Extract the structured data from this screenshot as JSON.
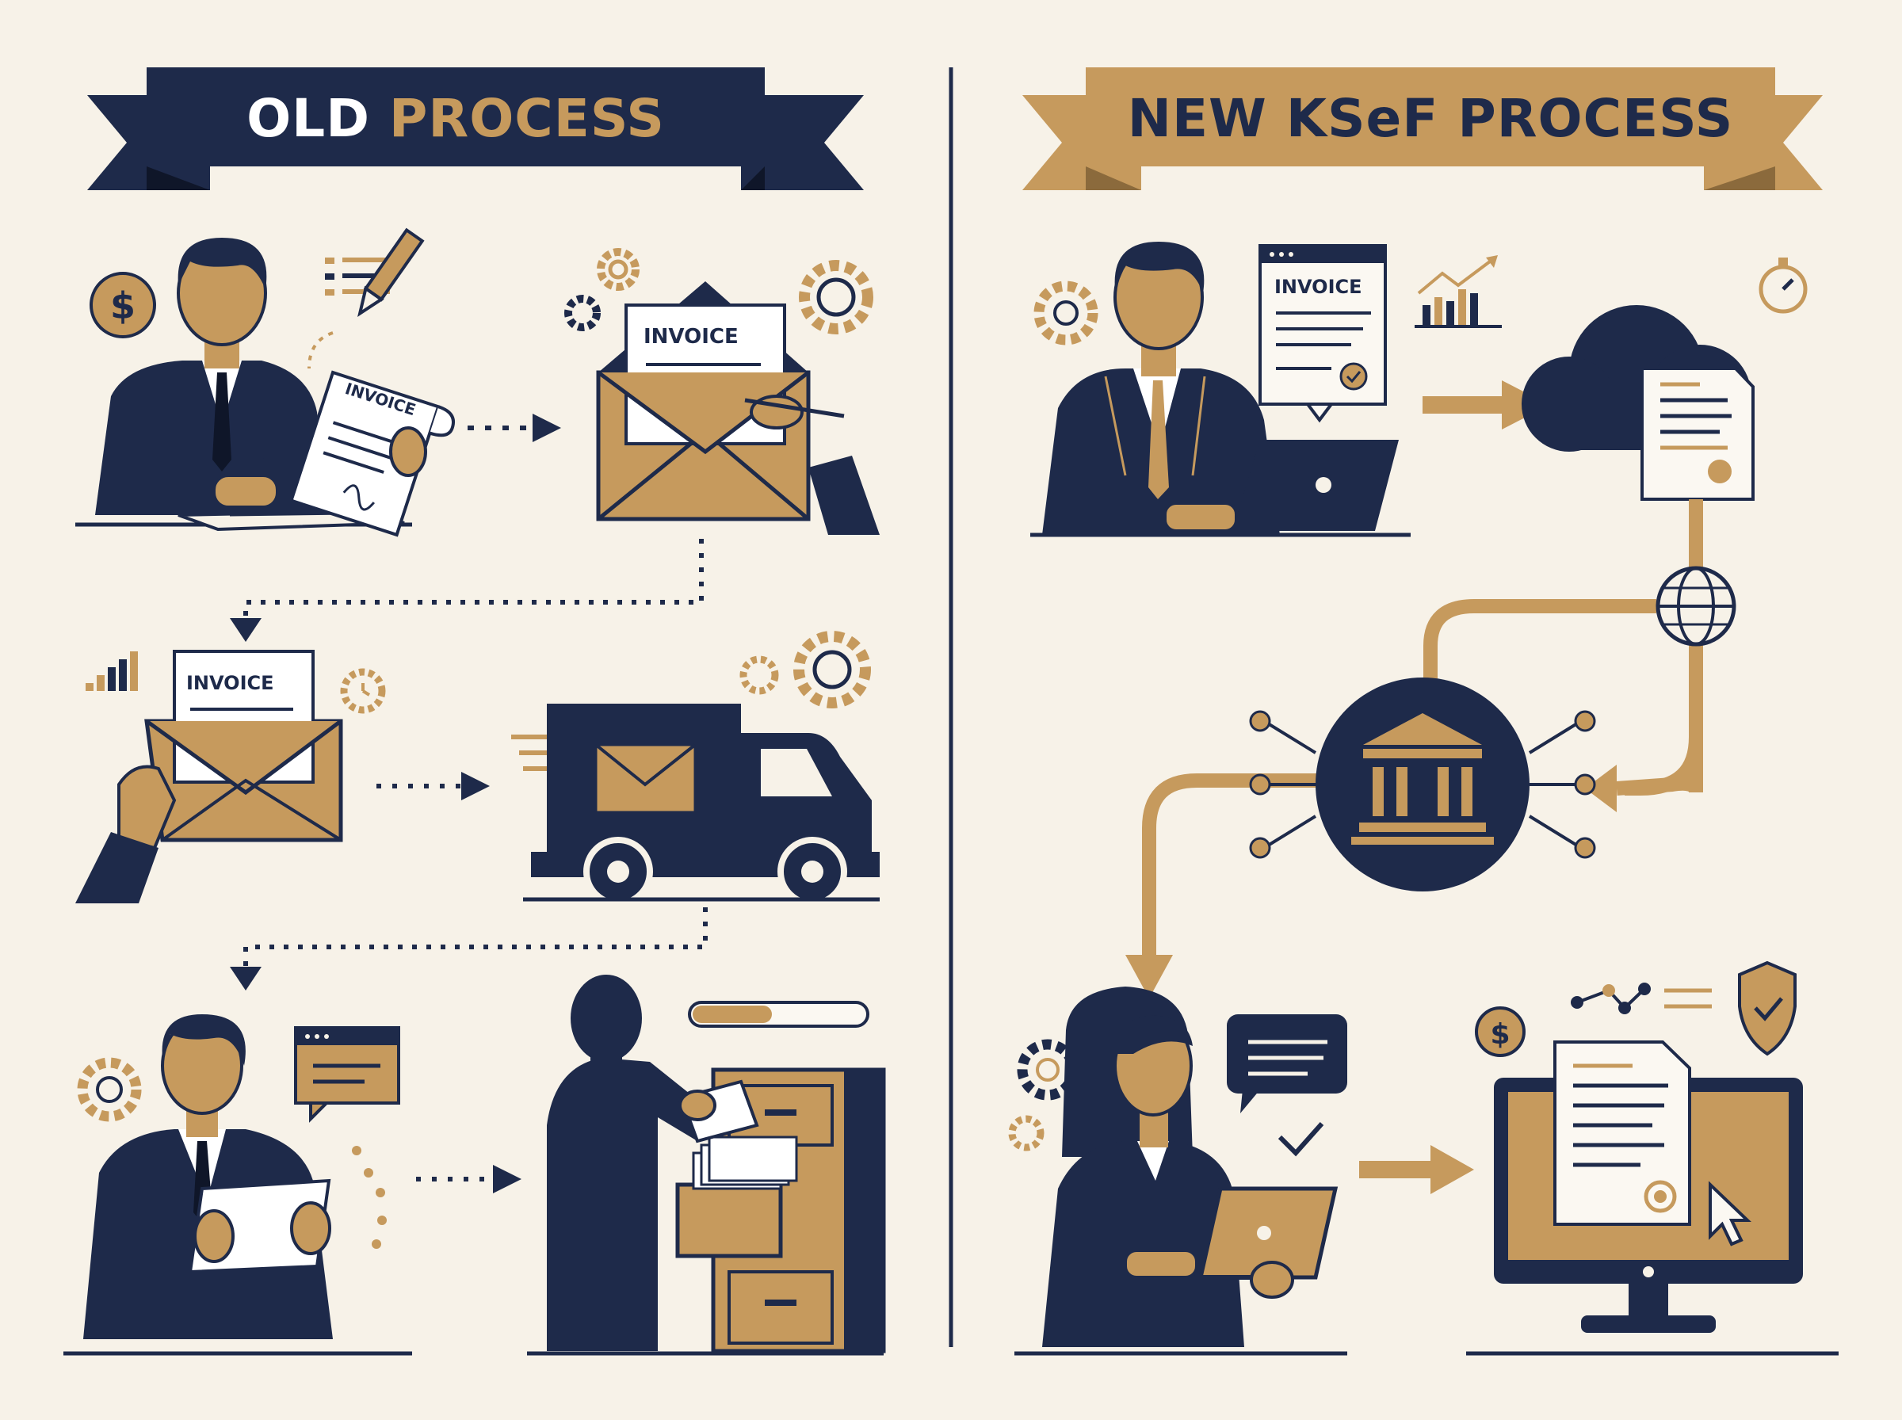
{
  "colors": {
    "navy": "#1e2a4a",
    "gold": "#c69a5d",
    "cream": "#f7f2e8",
    "light": "#fbf8f2"
  },
  "old_process": {
    "title_word1": "OLD",
    "title_word2": "PROCESS",
    "steps": [
      {
        "document_label": "INVOICE"
      },
      {
        "document_label": "INVOICE"
      },
      {
        "document_label": "INVOICE"
      }
    ]
  },
  "new_process": {
    "title_word1": "NEW KSeF",
    "title_word2": "PROCESS",
    "steps": [
      {
        "document_label": "INVOICE"
      }
    ]
  }
}
